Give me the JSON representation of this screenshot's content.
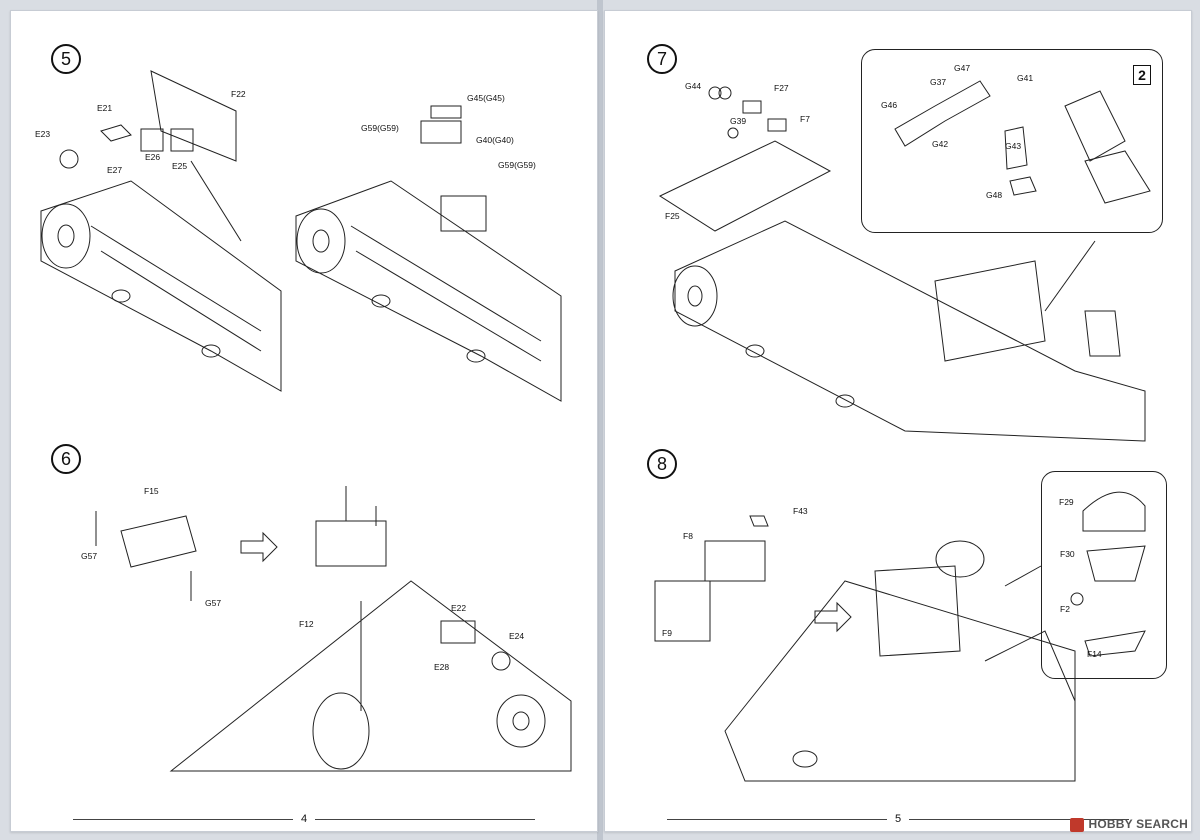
{
  "pages": {
    "left": {
      "number": "4"
    },
    "right": {
      "number": "5"
    }
  },
  "steps": {
    "s5": {
      "number": "5",
      "labels": [
        "F22",
        "E21",
        "E23",
        "E26",
        "E25",
        "E27",
        "G45(G45)",
        "G59(G59)",
        "G40(G40)",
        "G59(G59)"
      ]
    },
    "s6": {
      "number": "6",
      "labels": [
        "F15",
        "G57",
        "G57",
        "F12",
        "E22",
        "E24",
        "E28"
      ]
    },
    "s7": {
      "number": "7",
      "labels": [
        "G44",
        "F27",
        "G39",
        "F7",
        "F25",
        "G47",
        "G37",
        "G41",
        "G46",
        "G42",
        "G43",
        "G48"
      ],
      "badge": "2"
    },
    "s8": {
      "number": "8",
      "labels": [
        "F43",
        "F8",
        "F9",
        "F29",
        "F30",
        "F2",
        "F14"
      ]
    }
  },
  "watermark": {
    "text": "HOBBY SEARCH"
  }
}
